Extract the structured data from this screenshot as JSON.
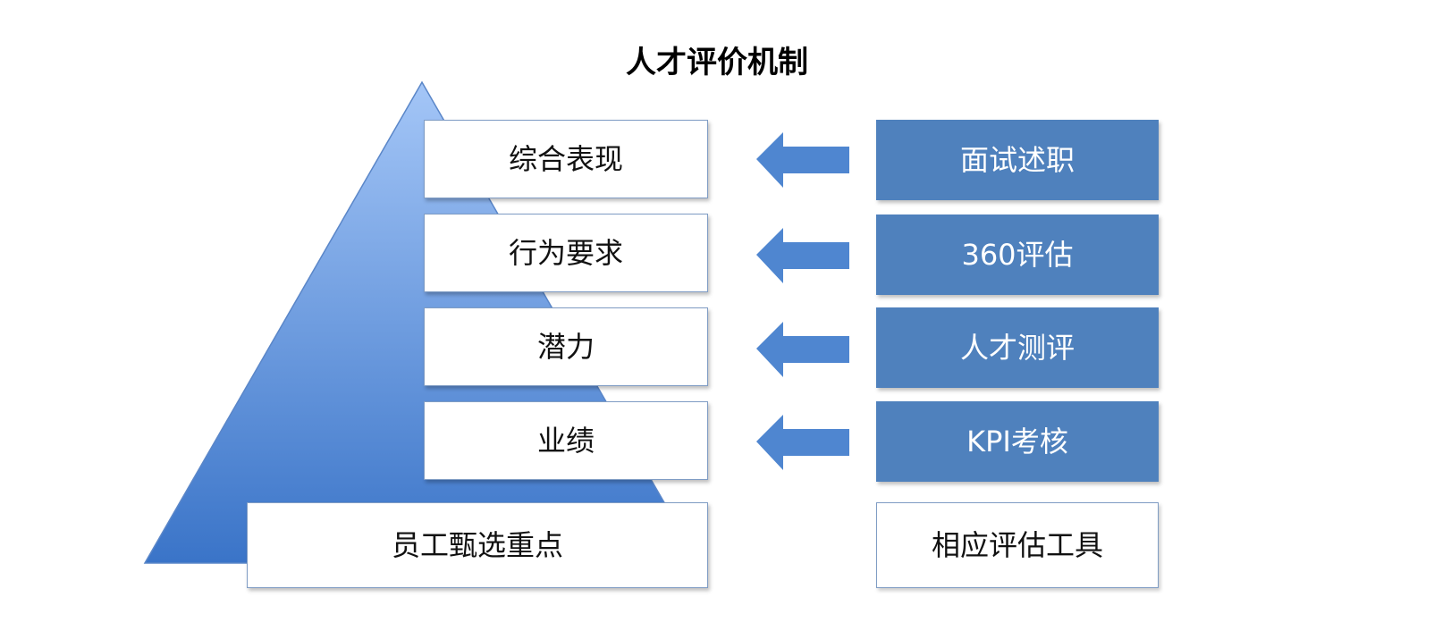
{
  "title": "人才评价机制",
  "focus_items": [
    "综合表现",
    "行为要求",
    "潜力",
    "业绩"
  ],
  "tools": [
    "面试述职",
    "360评估",
    "人才测评",
    "KPI考核"
  ],
  "focus_caption": "员工甄选重点",
  "tools_caption": "相应评估工具",
  "colors": {
    "pyramid_top": "#9dc1f5",
    "pyramid_bottom": "#3f78cc",
    "tool_box": "#4f81bd",
    "arrow": "#4f86d0",
    "box_border": "#7f9cc4"
  }
}
